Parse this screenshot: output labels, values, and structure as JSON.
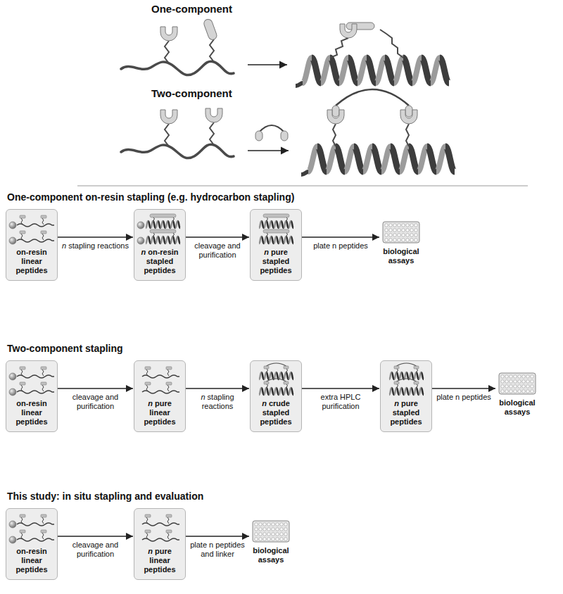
{
  "diagram": {
    "nodes": [
      {
        "text": [
          "on-resin linear peptides"
        ]
      },
      {
        "text": [
          "n on-resin stapled peptides"
        ]
      },
      {
        "text": [
          "n pure stapled peptides"
        ]
      },
      {
        "text": [
          "biological assays"
        ]
      },
      {
        "text": [
          "on-resin linear peptides"
        ]
      },
      {
        "text": [
          "n pure linear peptides"
        ]
      },
      {
        "text": [
          "n crude stapled peptides"
        ]
      },
      {
        "text": [
          "n pure stapled peptides"
        ]
      },
      {
        "text": [
          "biological assays"
        ]
      },
      {
        "text": [
          "on-resin linear peptides"
        ]
      },
      {
        "text": [
          "n pure linear peptides"
        ]
      },
      {
        "text": [
          "biological assays"
        ]
      }
    ],
    "edges": [
      {
        "from": 0,
        "to": 1,
        "arrow": "to",
        "label": "n stapling reactions"
      },
      {
        "from": 1,
        "to": 2,
        "arrow": "to",
        "label": "cleavage and purification"
      },
      {
        "from": 2,
        "to": 3,
        "arrow": "to",
        "label": "plate n peptides"
      },
      {
        "from": 4,
        "to": 5,
        "arrow": "to",
        "label": "cleavage and purification"
      },
      {
        "from": 5,
        "to": 6,
        "arrow": "to",
        "label": "n stapling reactions"
      },
      {
        "from": 6,
        "to": 7,
        "arrow": "to",
        "label": "extra HPLC purification"
      },
      {
        "from": 7,
        "to": 8,
        "arrow": "to",
        "label": "plate n peptides"
      },
      {
        "from": 9,
        "to": 10,
        "arrow": "to",
        "label": "cleavage and purification"
      },
      {
        "from": 10,
        "to": 11,
        "arrow": "to",
        "label": "plate n peptides and linker"
      }
    ],
    "labels": [
      "One-component",
      "Two-component",
      "One-component on-resin stapling (e.g. hydrocarbon stapling)",
      "Two-component stapling",
      "This study: in situ stapling and evaluation"
    ]
  }
}
